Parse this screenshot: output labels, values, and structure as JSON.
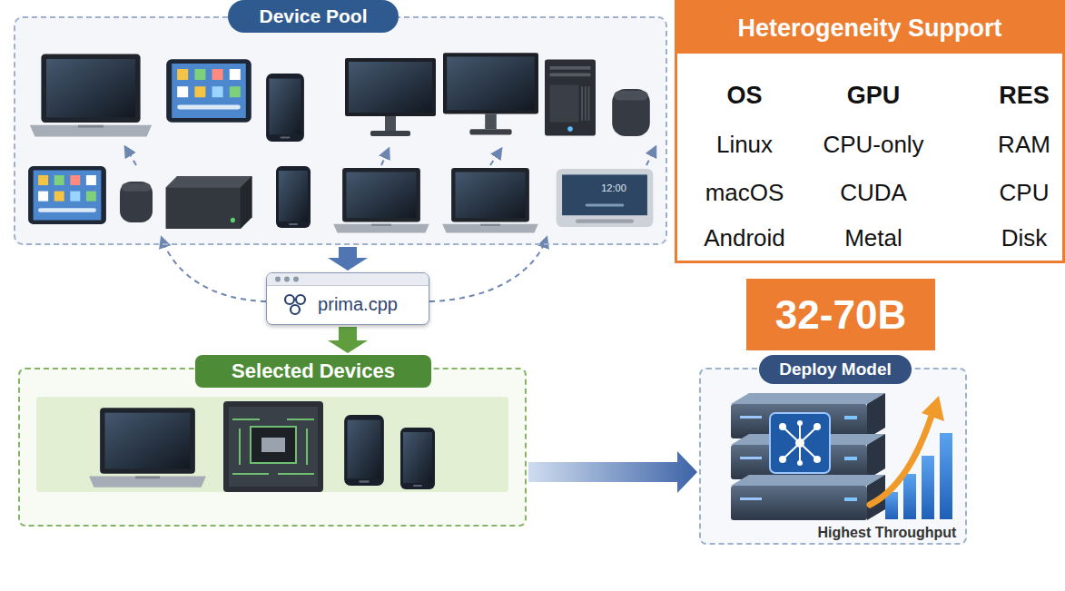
{
  "diagram": {
    "nodes": [
      {
        "text": [
          "Device Pool"
        ]
      },
      {
        "text": [
          "Heterogeneity Support"
        ]
      },
      {
        "text": [
          "prima.cpp"
        ]
      },
      {
        "text": [
          "32-70B"
        ]
      },
      {
        "text": [
          "Selected Devices"
        ]
      },
      {
        "text": [
          "Deploy Model",
          "Highest Throughput"
        ]
      }
    ],
    "edges": [
      {
        "from": 0,
        "to": 2,
        "arrow": "to"
      },
      {
        "from": 2,
        "to": 4,
        "arrow": "to"
      },
      {
        "from": 4,
        "to": 5,
        "arrow": "to"
      }
    ],
    "labels": [
      "OS",
      "GPU",
      "RES",
      "Linux",
      "CPU-only",
      "RAM",
      "macOS",
      "CUDA",
      "CPU",
      "Android",
      "Metal",
      "Disk",
      "12:00"
    ]
  }
}
